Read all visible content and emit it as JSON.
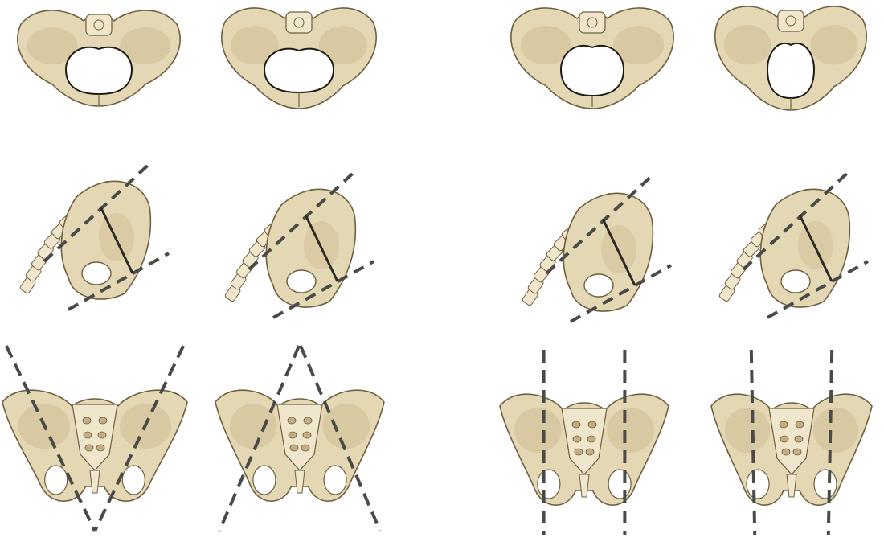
{
  "figure": {
    "columns": 4,
    "rows": 3,
    "row_views": [
      "inlet-view",
      "lateral-view",
      "posterior-view"
    ],
    "colors": {
      "bone_fill": "#e4d7b4",
      "bone_light": "#efe6cc",
      "bone_shade": "#c2ae80",
      "bone_outline": "#6e5f40",
      "inlet_outline": "#1e1a14",
      "axis_dash": "#4a4a46",
      "background": "#ffffff"
    }
  }
}
